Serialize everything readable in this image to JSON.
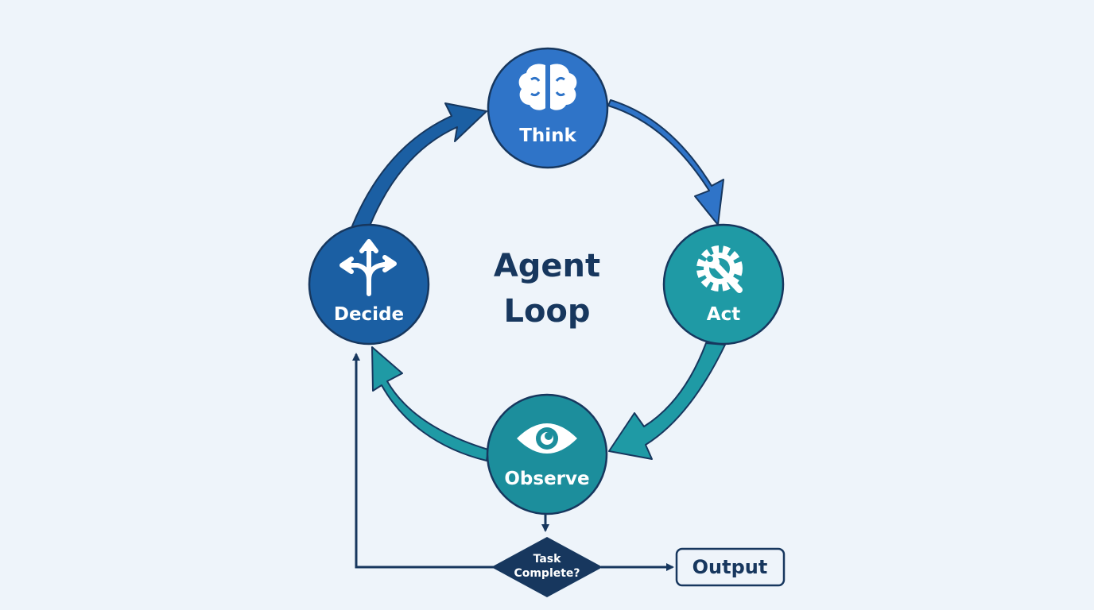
{
  "diagram": {
    "title_line1": "Agent",
    "title_line2": "Loop",
    "nodes": [
      {
        "id": "think",
        "label": "Think",
        "icon": "brain-icon",
        "color": "#2f74c8"
      },
      {
        "id": "act",
        "label": "Act",
        "icon": "gear-wrench-icon",
        "color": "#1f9aa5"
      },
      {
        "id": "observe",
        "label": "Observe",
        "icon": "eye-icon",
        "color": "#1c8e9c"
      },
      {
        "id": "decide",
        "label": "Decide",
        "icon": "split-arrows-icon",
        "color": "#1b5fa3"
      }
    ],
    "decision": {
      "line1": "Task",
      "line2": "Complete?"
    },
    "output": {
      "label": "Output"
    },
    "edges": [
      {
        "from": "decide",
        "to": "think"
      },
      {
        "from": "think",
        "to": "act"
      },
      {
        "from": "act",
        "to": "observe"
      },
      {
        "from": "observe",
        "to": "decide"
      },
      {
        "from": "observe",
        "to": "decision"
      },
      {
        "from": "decision",
        "to": "output",
        "label": ""
      },
      {
        "from": "decision",
        "to": "decide",
        "label": ""
      }
    ],
    "colors": {
      "background": "#eef4fa",
      "outline": "#17375e",
      "blue_arrow": "#2f74c8",
      "dark_blue_arrow": "#1b5fa3",
      "teal_arrow": "#1f9aa5",
      "navy": "#17375e"
    }
  }
}
